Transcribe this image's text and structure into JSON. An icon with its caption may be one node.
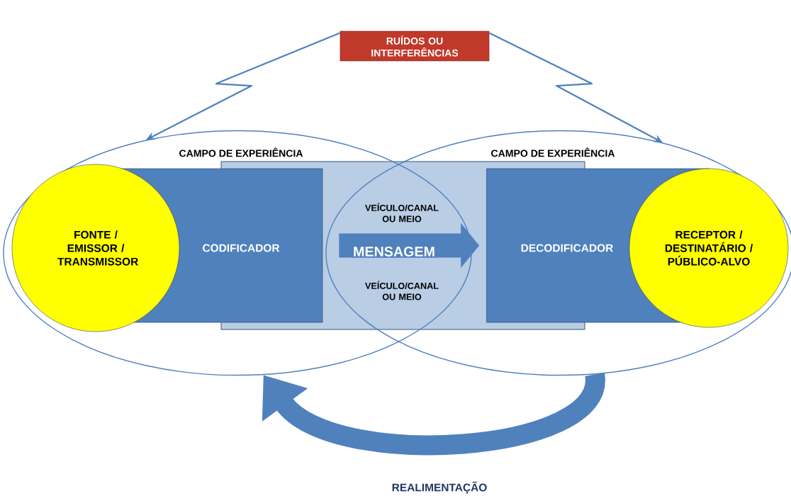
{
  "diagram": {
    "nodes": [
      {
        "text": [
          "RUÍDOS OU INTERFERÊNCIAS"
        ]
      },
      {
        "text": [
          "CAMPO DE EXPERIÊNCIA"
        ]
      },
      {
        "text": [
          "CAMPO DE EXPERIÊNCIA"
        ]
      },
      {
        "text": [
          "VEÍCULO/CANAL OU MEIO",
          "VEÍCULO/CANAL OU MEIO"
        ]
      },
      {
        "text": [
          "CODIFICADOR"
        ],
        "in": 1
      },
      {
        "text": [
          "FONTE / EMISSOR / TRANSMISSOR"
        ],
        "in": 1
      },
      {
        "text": [
          "DECODIFICADOR"
        ],
        "in": 2
      },
      {
        "text": [
          "RECEPTOR / DESTINATÁRIO / PÚBLICO-ALVO"
        ],
        "in": 2
      }
    ],
    "edges": [
      {
        "from": 0,
        "to": 1,
        "arrow": "to"
      },
      {
        "from": 0,
        "to": 2,
        "arrow": "to"
      },
      {
        "from": 2,
        "to": 1,
        "arrow": "to",
        "label": "REALIMENTAÇÃO",
        "style": "thick"
      },
      {
        "from": 4,
        "to": 6,
        "arrow": "to",
        "label": "MENSAGEM",
        "style": "thick"
      }
    ]
  }
}
